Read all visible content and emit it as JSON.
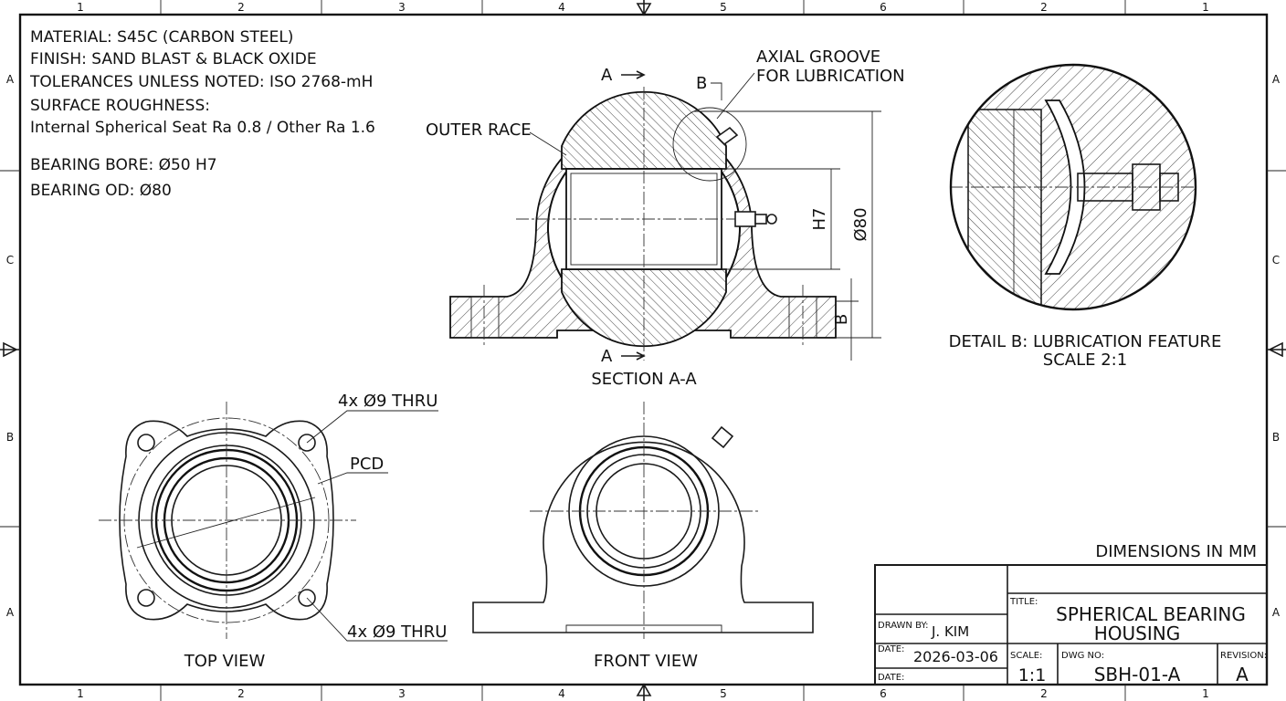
{
  "notes": {
    "material": "MATERIAL: S45C (CARBON STEEL)",
    "finish": "FINISH: SAND BLAST & BLACK OXIDE",
    "tolerances": "TOLERANCES UNLESS NOTED: ISO 2768-mH",
    "roughness_title": "SURFACE ROUGHNESS:",
    "roughness_detail": "Internal Spherical Seat Ra 0.8 / Other Ra 1.6",
    "bearing_bore": "BEARING BORE: Ø50 H7",
    "bearing_od": "BEARING OD: Ø80"
  },
  "zones": {
    "columns": [
      "1",
      "2",
      "3",
      "4",
      "5",
      "6",
      "2",
      "1"
    ],
    "rows": [
      "A",
      "C",
      "B",
      "A"
    ]
  },
  "section": {
    "label": "SECTION A-A",
    "cut_marker": "A",
    "detail_marker": "B",
    "outer_race": "OUTER RACE",
    "axial_groove_1": "AXIAL GROOVE",
    "axial_groove_2": "FOR LUBRICATION",
    "dim_h7": "H7",
    "dim_od": "Ø80",
    "dim_b": "B"
  },
  "detail": {
    "title": "DETAIL B: LUBRICATION FEATURE",
    "scale": "SCALE 2:1"
  },
  "top_view": {
    "label": "TOP VIEW",
    "holes_top": "4x Ø9 THRU",
    "pcd": "PCD",
    "holes_bottom": "4x Ø9 THRU"
  },
  "front_view": {
    "label": "FRONT VIEW"
  },
  "units_note": "DIMENSIONS IN MM",
  "title_block": {
    "title_label": "TITLE:",
    "title_line1": "SPHERICAL BEARING",
    "title_line2": "HOUSING",
    "drawn_by_label": "DRAWN BY:",
    "drawn_by": "J. KIM",
    "date_label": "DATE:",
    "date": "2026-03-06",
    "date2_label": "DATE:",
    "scale_label": "SCALE:",
    "scale": "1:1",
    "dwg_no_label": "DWG NO:",
    "dwg_no": "SBH-01-A",
    "revision_label": "REVISION:",
    "revision": "A"
  }
}
